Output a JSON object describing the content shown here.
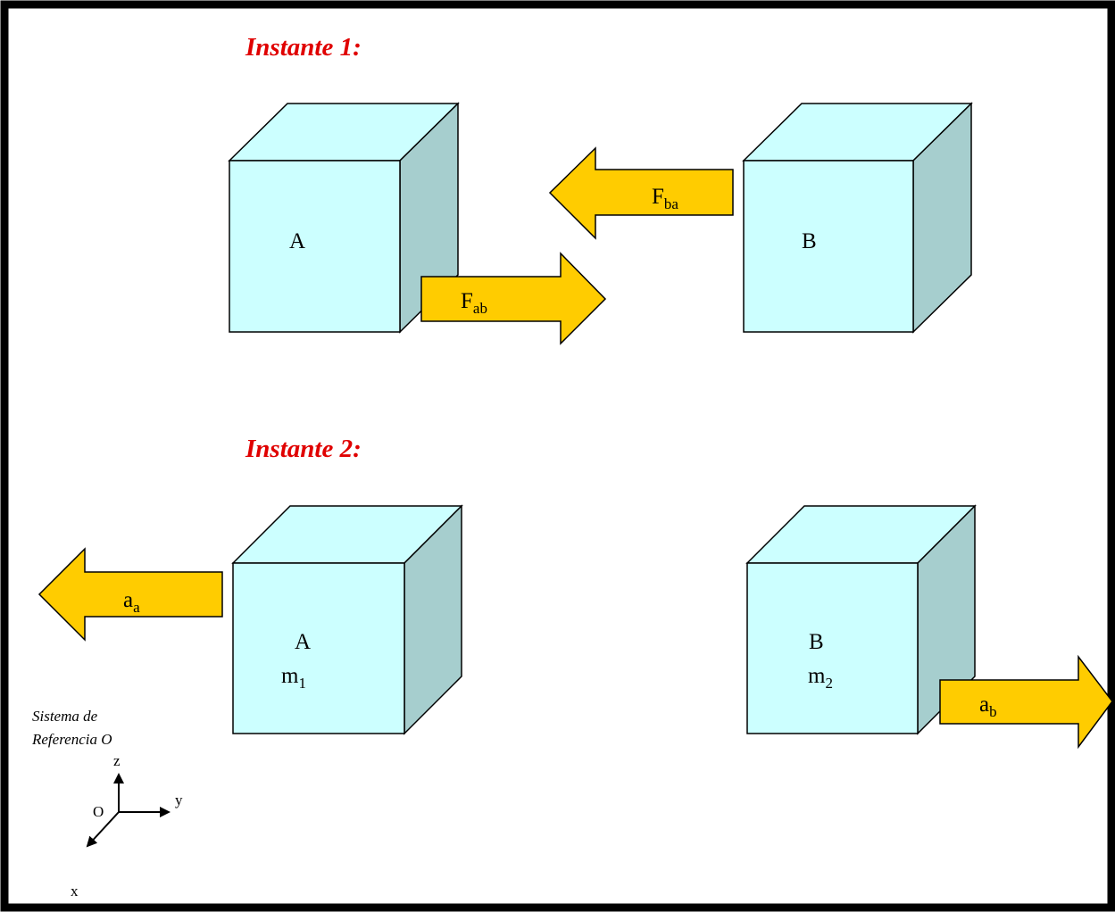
{
  "colors": {
    "cube_front": "#CCFFFF",
    "cube_top": "#CCFFFF",
    "cube_side": "#A6CECE",
    "arrow_fill": "#FFCC00",
    "title_color": "#E00000",
    "border": "#000000"
  },
  "instant1": {
    "title": "Instante 1:",
    "cube_a": {
      "label": "A"
    },
    "cube_b": {
      "label": "B"
    },
    "force_ab": {
      "main": "F",
      "sub": "ab"
    },
    "force_ba": {
      "main": "F",
      "sub": "ba"
    }
  },
  "instant2": {
    "title": "Instante 2:",
    "cube_a": {
      "label": "A",
      "mass_main": "m",
      "mass_sub": "1"
    },
    "cube_b": {
      "label": "B",
      "mass_main": "m",
      "mass_sub": "2"
    },
    "accel_a": {
      "main": "a",
      "sub": "a"
    },
    "accel_b": {
      "main": "a",
      "sub": "b"
    }
  },
  "reference": {
    "caption_line1": "Sistema de",
    "caption_line2": "Referencia O",
    "axis_z": "z",
    "axis_y": "y",
    "axis_x": "x",
    "origin": "O"
  }
}
